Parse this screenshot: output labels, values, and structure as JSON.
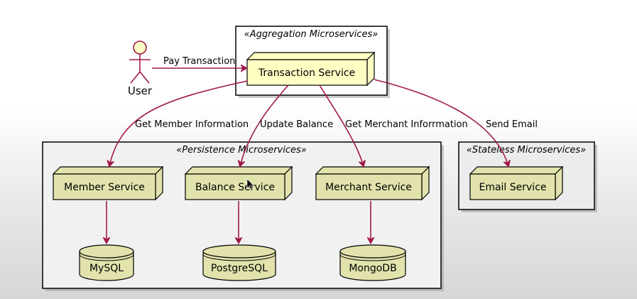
{
  "actor": {
    "label": "User"
  },
  "packages": {
    "aggregation": {
      "title": "«Aggregation Microservices»"
    },
    "persistence": {
      "title": "«Persistence Microservices»"
    },
    "stateless": {
      "title": "«Stateless Microservices»"
    }
  },
  "nodes": {
    "transaction": "Transaction Service",
    "member": "Member Service",
    "balance": "Balance Service",
    "merchant": "Merchant Service",
    "email": "Email Service"
  },
  "databases": {
    "mysql": "MySQL",
    "postgres": "PostgreSQL",
    "mongo": "MongoDB"
  },
  "edges": {
    "pay": "Pay Transaction",
    "member_info": "Get Member Information",
    "update_balance": "Update Balance",
    "merchant_info": "Get Merchant Inforrmation",
    "send_email": "Send Email"
  },
  "colors": {
    "node_fill_transaction": "#ffffc4",
    "node_fill_service": "#e2e2ac",
    "edge": "#a0184a",
    "actor_fill": "#fefec8"
  }
}
